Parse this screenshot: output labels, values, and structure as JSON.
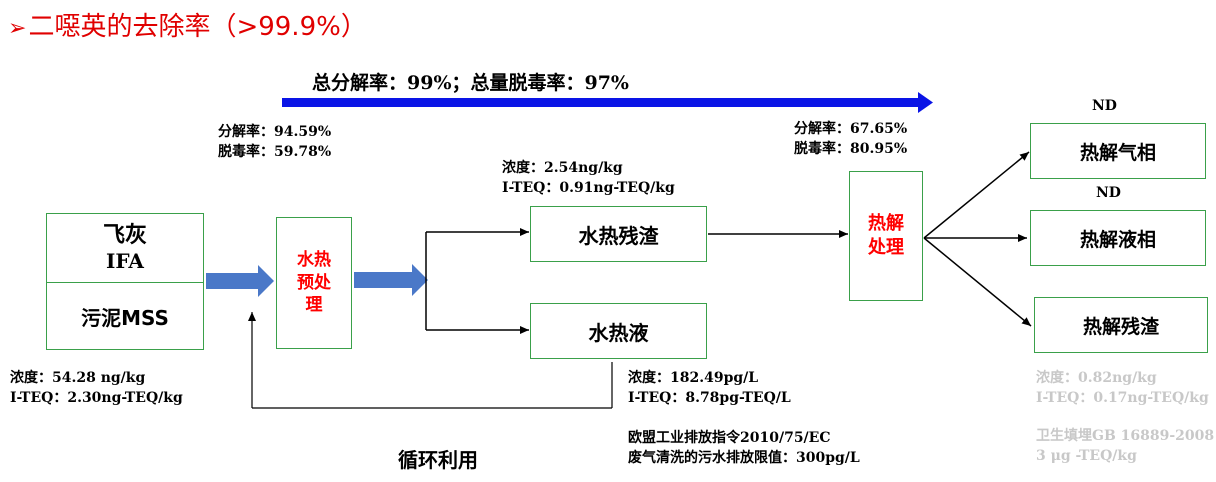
{
  "title": {
    "marker": "➢",
    "text": "二噁英的去除率（>99.9%）"
  },
  "banner": "总分解率：99%；总量脱毒率：97%",
  "boxes": {
    "fly_ash_cn": "飞灰",
    "fly_ash_en": "IFA",
    "sludge": "污泥MSS",
    "hydro_pre_1": "水热",
    "hydro_pre_2": "预处",
    "hydro_pre_3": "理",
    "hydro_residue": "水热残渣",
    "hydro_liquid": "水热液",
    "pyro_1": "热解",
    "pyro_2": "处理",
    "pyro_gas": "热解气相",
    "pyro_liquid": "热解液相",
    "pyro_residue": "热解残渣"
  },
  "notes": {
    "pre_decomp": "分解率：94.59%",
    "pre_detox": "脱毒率：59.78%",
    "pyro_decomp": "分解率：67.65%",
    "pyro_detox": "脱毒率：80.95%",
    "residue_conc": "浓度：2.54ng/kg",
    "residue_teq": "I-TEQ：0.91ng-TEQ/kg",
    "input_conc": "浓度：54.28 ng/kg",
    "input_teq": "I-TEQ：2.30ng-TEQ/kg",
    "liquid_conc": "浓度：182.49pg/L",
    "liquid_teq": "I-TEQ：8.78pg-TEQ/L",
    "eu_directive": "欧盟工业排放指令2010/75/EC",
    "eu_limit": "废气清洗的污水排放限值：300pg/L",
    "nd_gas": "ND",
    "nd_liquid": "ND",
    "pyro_res_conc": "浓度：0.82ng/kg",
    "pyro_res_teq": "I-TEQ：0.17ng-TEQ/kg",
    "landfill_std": "卫生填埋GB 16889-2008",
    "landfill_limit": "3 μg -TEQ/kg"
  },
  "recycle_label": "循环利用",
  "colors": {
    "title": "#e00000",
    "box_border": "#3aa04a",
    "arrow_blue": "#4a78c8",
    "banner_blue": "#0a14e6",
    "gray_note": "#c8c8c8"
  }
}
